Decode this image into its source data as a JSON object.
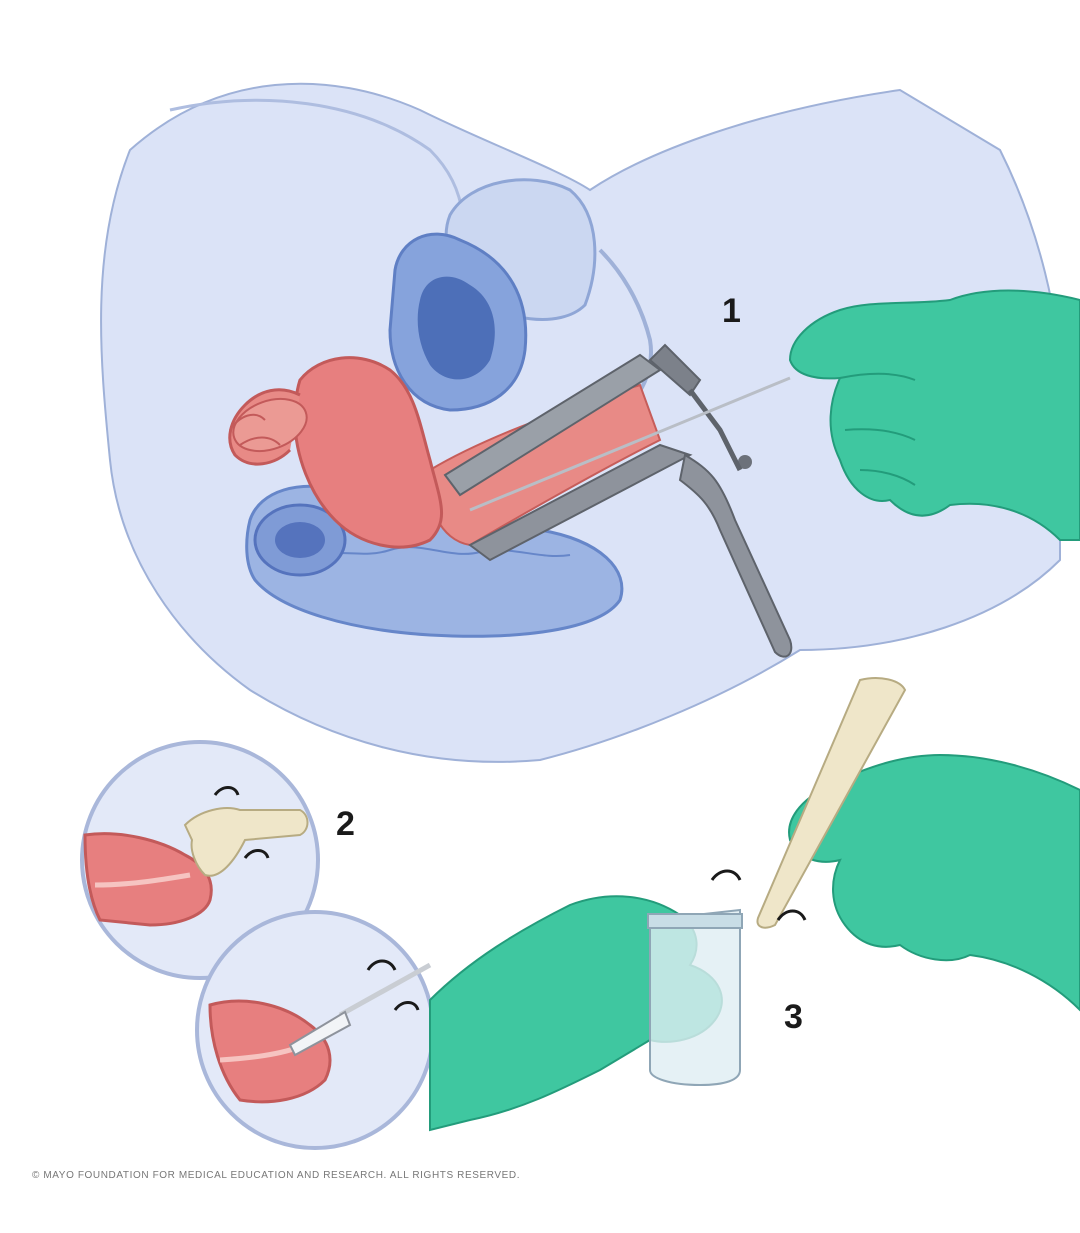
{
  "figure": {
    "step_labels": {
      "step1": "1",
      "step2": "2",
      "step3": "3"
    },
    "copyright": "© MAYO FOUNDATION FOR MEDICAL EDUCATION AND RESEARCH. ALL RIGHTS RESERVED."
  },
  "colors": {
    "body_tissue": "#d9e2f6",
    "organ_blue": "#a9bde6",
    "organ_blue_dark": "#7b97d3",
    "uterus_pink": "#e77f7f",
    "uterus_dark": "#c85a5a",
    "glove_green": "#3ec7a0",
    "glove_shadow": "#27a884",
    "metal": "#8e939c",
    "spatula": "#efe6c9"
  },
  "icons": [
    "speculum-icon",
    "gloved-hand-icon",
    "cervical-brush-icon",
    "spatula-icon",
    "specimen-vial-icon",
    "rotation-arrow-icon"
  ]
}
